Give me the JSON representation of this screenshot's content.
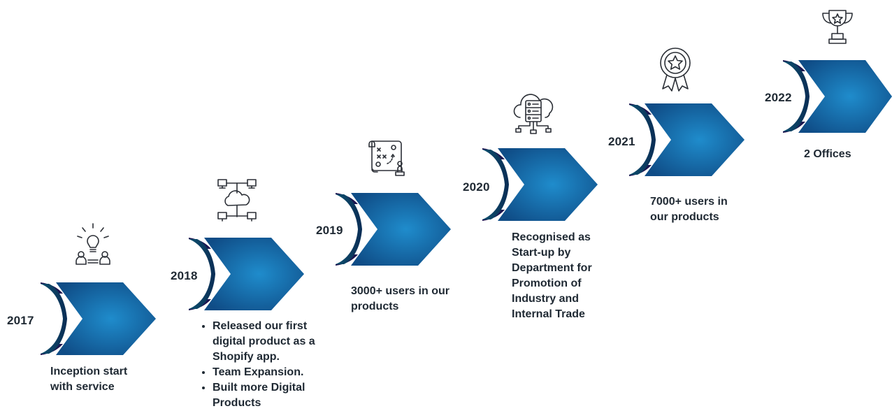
{
  "timeline": [
    {
      "year": "2017",
      "icon": "lightbulb-team-icon",
      "description": "Inception start with service"
    },
    {
      "year": "2018",
      "icon": "cloud-network-icon",
      "bullets": [
        "Released our first digital product as a Shopify app.",
        "Team Expansion.",
        "Built more Digital Products"
      ]
    },
    {
      "year": "2019",
      "icon": "strategy-plan-icon",
      "description": "3000+ users in our products"
    },
    {
      "year": "2020",
      "icon": "cloud-server-icon",
      "description": "Recognised as Start-up by Department for Promotion of Industry and Internal Trade"
    },
    {
      "year": "2021",
      "icon": "award-badge-icon",
      "description": "7000+ users in our products"
    },
    {
      "year": "2022",
      "icon": "trophy-icon",
      "description": "2 Offices"
    }
  ],
  "colors": {
    "arrow_light": "#1f8ccc",
    "arrow_dark": "#0f4c86",
    "fold_navy": "#1c1550",
    "text": "#1f2933",
    "icon_stroke": "#2b2f36"
  }
}
